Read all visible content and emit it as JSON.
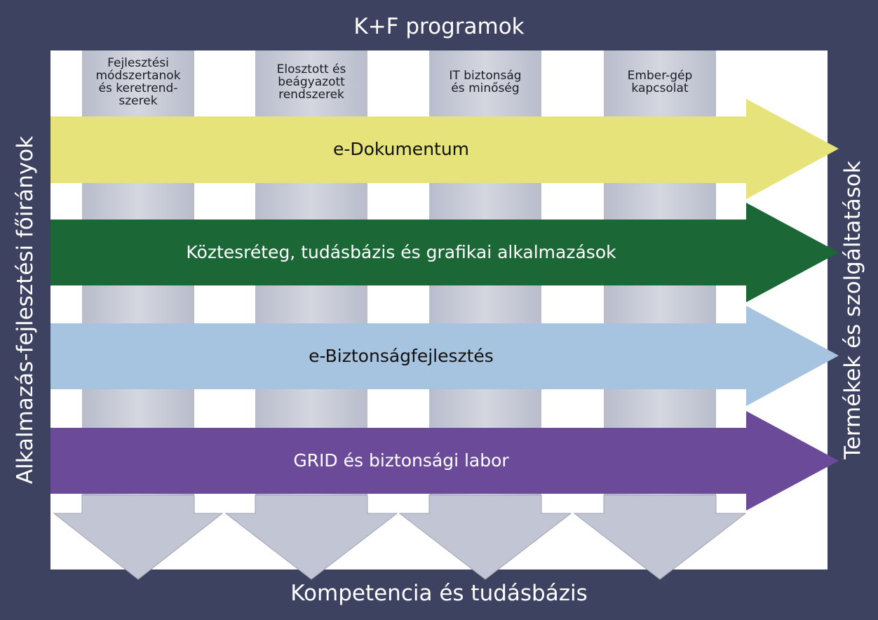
{
  "title_top": "K+F programok",
  "title_bottom": "Kompetencia és tudásbázis",
  "title_left": "Alkalmazás-fejlesztési főirányok",
  "title_right": "Termékek és szolgáltatások",
  "columns": [
    {
      "label": "Fejlesztési\nmódszertanok\nés keretrend-\nszerek"
    },
    {
      "label": "Elosztott és\nbeágyazott\nrendszerek"
    },
    {
      "label": "IT biztonság\nés minőség"
    },
    {
      "label": "Ember-gép\nkapcsolat"
    }
  ],
  "bands": [
    {
      "label": "e-Dokumentum",
      "color": "#e6e37a",
      "text_color": "#111111"
    },
    {
      "label": "Köztesréteg, tudásbázis és grafikai alkalmazások",
      "color": "#1b6736",
      "text_color": "#ffffff"
    },
    {
      "label": "e-Biztonságfejlesztés",
      "color": "#a6c4e0",
      "text_color": "#111111"
    },
    {
      "label": "GRID és biztonsági labor",
      "color": "#6b4a9a",
      "text_color": "#ffffff"
    }
  ],
  "colors": {
    "background": "#3d4260",
    "panel": "#ffffff",
    "column": "#c6c9d6"
  }
}
